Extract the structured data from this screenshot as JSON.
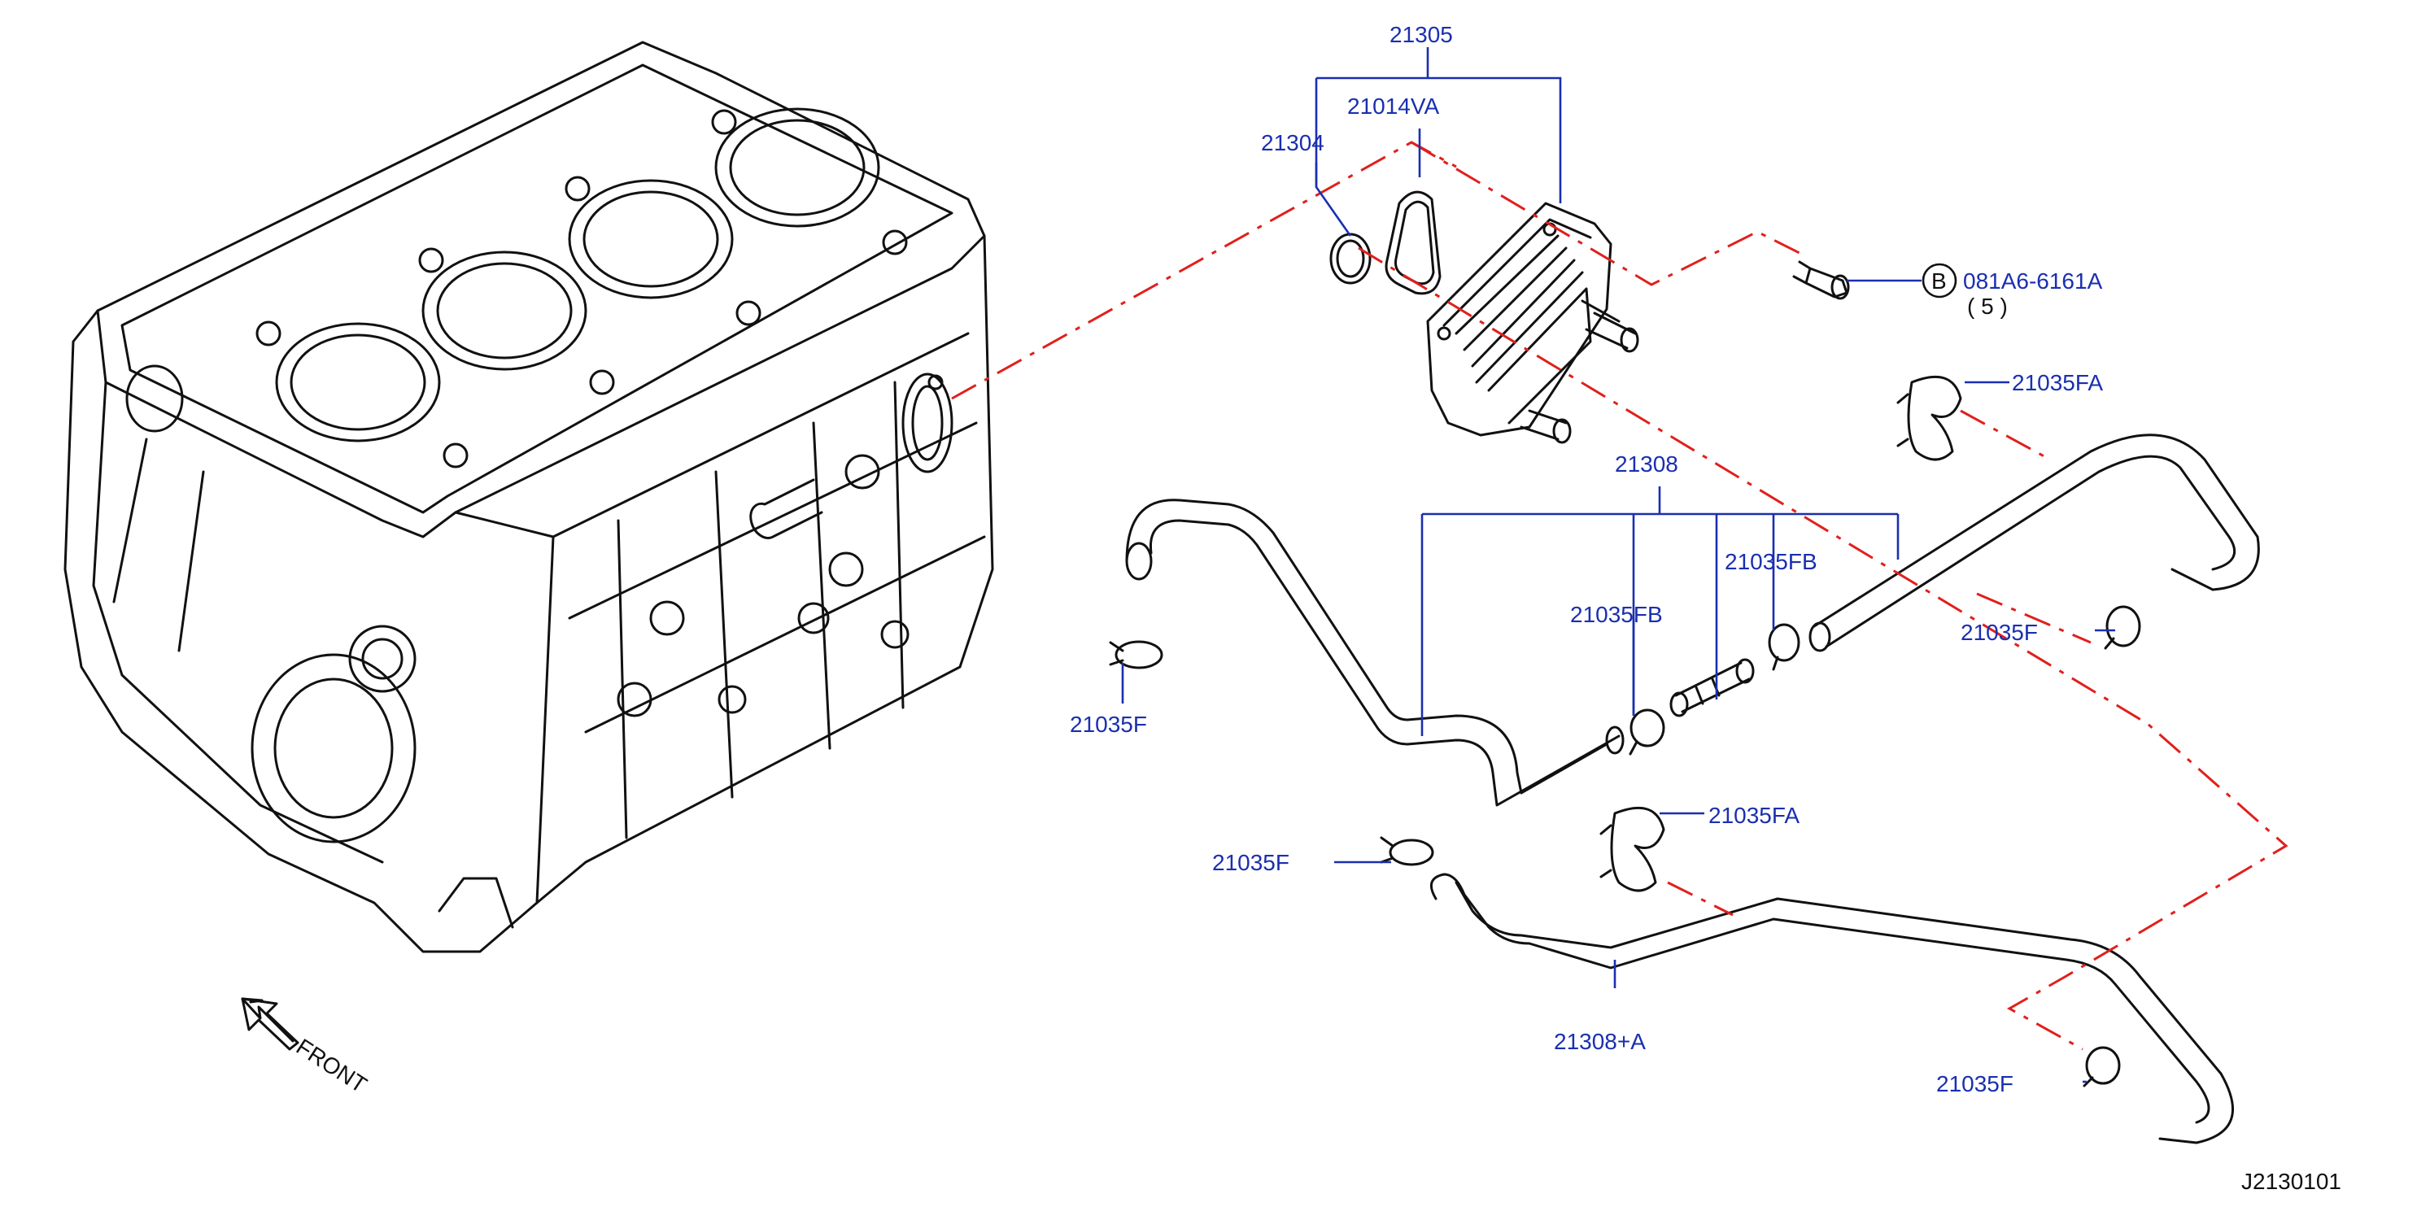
{
  "labels": {
    "oil_cooler_assy": "21305",
    "gasket": "21014VA",
    "o_ring": "21304",
    "bolt_ref": "081A6-6161A",
    "bolt_qty": "( 5 )",
    "bolt_circle": "B",
    "clamp_fa_top": "21035FA",
    "hose_upper": "21308",
    "clamp_fb_right": "21035FB",
    "clamp_fb_left": "21035FB",
    "clamp_f_right": "21035F",
    "clamp_f_left": "21035F",
    "clamp_fa_mid": "21035FA",
    "clamp_f_mid": "21035F",
    "hose_lower": "21308+A",
    "clamp_f_bottom": "21035F"
  },
  "front_label": "FRONT",
  "diagram_id": "J2130101",
  "colors": {
    "label": "#1a2fb0",
    "line": "#111111",
    "dash": "#e0201c"
  }
}
